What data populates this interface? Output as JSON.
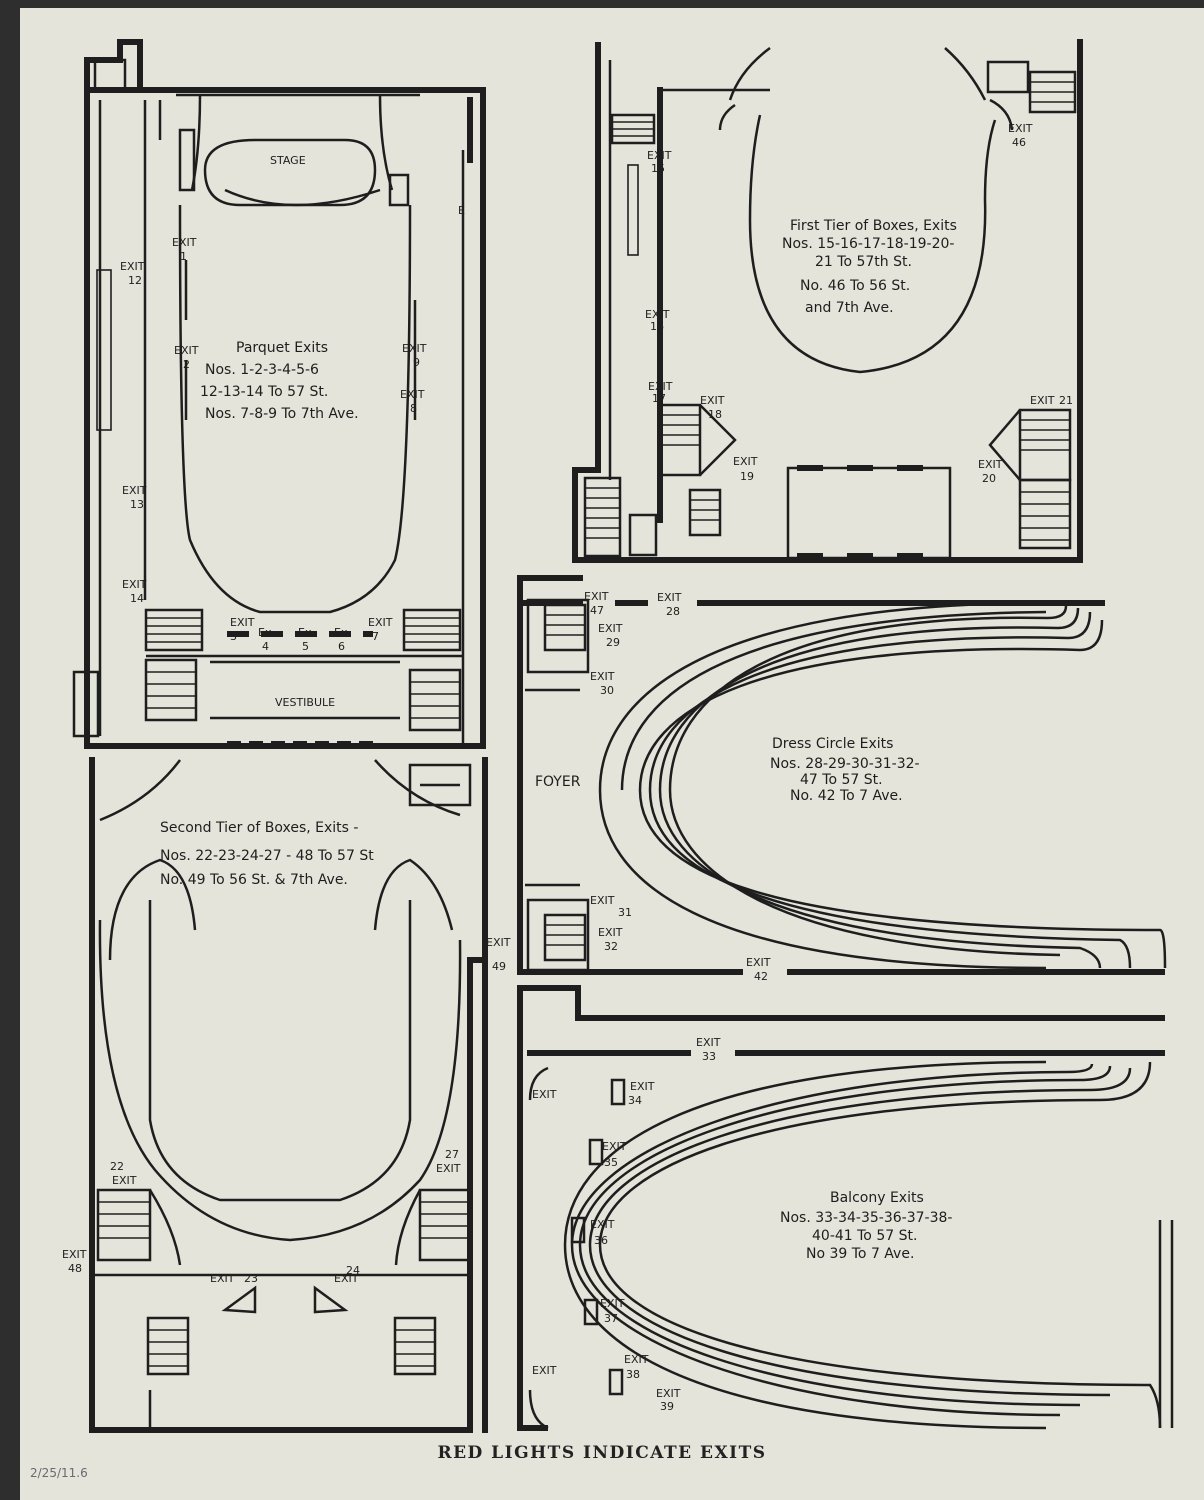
{
  "page": {
    "caption": "RED LIGHTS INDICATE EXITS",
    "archive_note": "2/25/11.6"
  },
  "parquet": {
    "title": "Parquet Exits",
    "lines": [
      "Nos. 1-2-3-4-5-6",
      "12-13-14 To 57 St.",
      "Nos. 7-8-9 To 7th Ave."
    ],
    "stage": "STAGE",
    "vestibule": "VESTIBULE",
    "exit_word": "EXIT",
    "ex_word": "Ex",
    "exits": [
      "1",
      "2",
      "3",
      "4",
      "5",
      "6",
      "7",
      "8",
      "9",
      "12",
      "13",
      "14"
    ],
    "e_mark": "E"
  },
  "first_tier": {
    "title": "First Tier of Boxes, Exits",
    "lines": [
      "Nos. 15-16-17-18-19-20-",
      "21 To 57th St.",
      "No. 46 To 56 St.",
      "and 7th Ave."
    ],
    "exit_word": "EXIT",
    "exits": [
      "15",
      "16",
      "17",
      "18",
      "19",
      "20",
      "21",
      "46"
    ]
  },
  "dress_circle": {
    "title": "Dress Circle Exits",
    "lines": [
      "Nos. 28-29-30-31-32-",
      "47 To 57 St.",
      "No. 42 To 7 Ave."
    ],
    "foyer": "FOYER",
    "exit_word": "EXIT",
    "exits": [
      "28",
      "29",
      "30",
      "31",
      "32",
      "42",
      "47"
    ]
  },
  "second_tier": {
    "title": "Second Tier of Boxes, Exits -",
    "lines": [
      "Nos. 22-23-24-27 - 48 To 57 St",
      "No. 49 To 56 St. & 7th Ave."
    ],
    "exit_word": "EXIT",
    "exits": [
      "22",
      "23",
      "24",
      "27",
      "48",
      "49"
    ]
  },
  "balcony": {
    "title": "Balcony Exits",
    "lines": [
      "Nos. 33-34-35-36-37-38-",
      "40-41 To 57 St.",
      "No 39 To 7 Ave."
    ],
    "exit_word": "EXIT",
    "exits": [
      "33",
      "34",
      "35",
      "36",
      "37",
      "38",
      "39"
    ]
  },
  "colors": {
    "ink": "#1e1e1e",
    "paper": "#e4e4da",
    "background": "#2e2e2e"
  }
}
